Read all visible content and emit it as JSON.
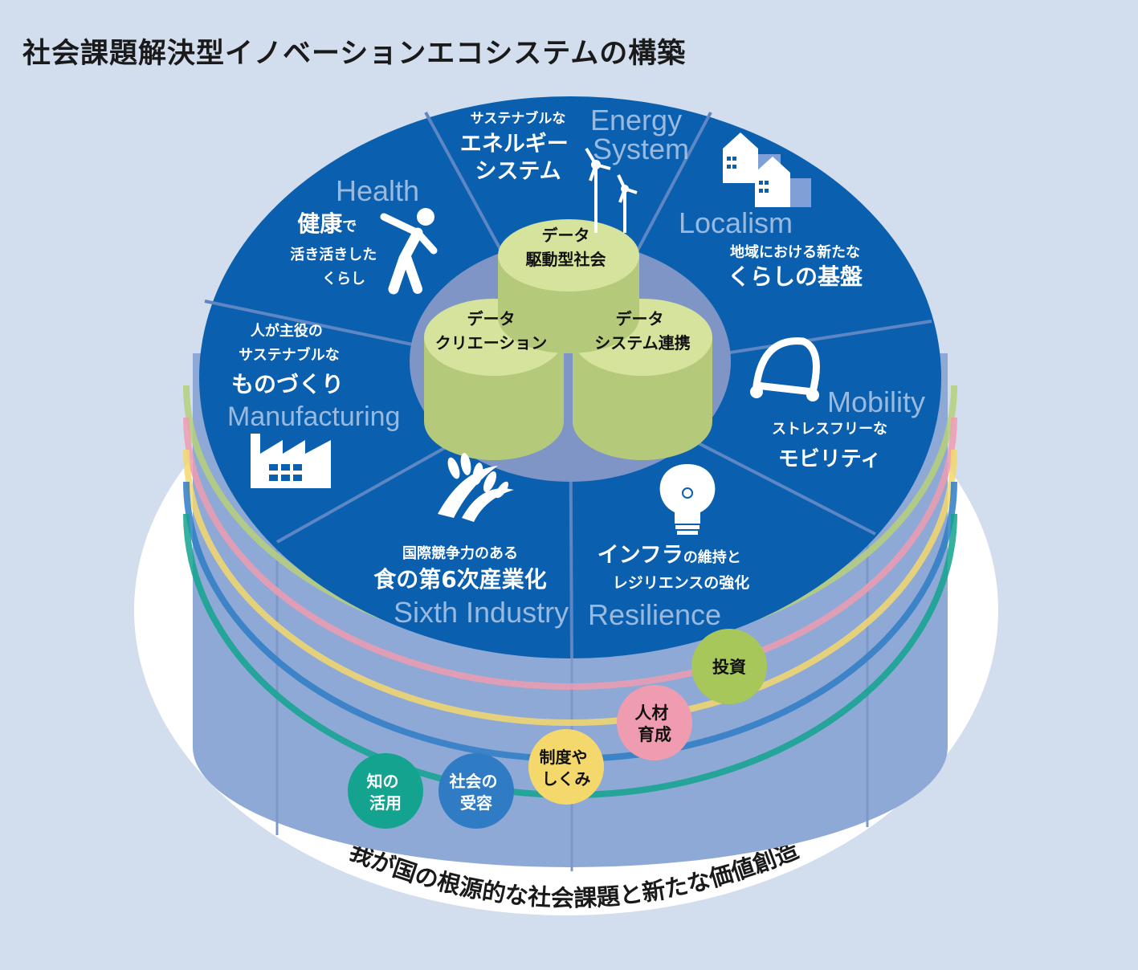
{
  "title": "社会課題解決型イノベーションエコシステムの構築",
  "base_text": "我が国の根源的な社会課題と新たな価値創造",
  "core": {
    "top": [
      "データ",
      "駆動型社会"
    ],
    "left": [
      "データ",
      "クリエーション"
    ],
    "right": [
      "データ",
      "システム連携"
    ]
  },
  "segments": {
    "energy": {
      "english": [
        "Energy",
        "System"
      ],
      "jp_small": "サステナブルな",
      "jp_big": [
        "エネルギー",
        "システム"
      ],
      "icon": "wind-turbine-icon"
    },
    "localism": {
      "english": "Localism",
      "jp_small": "地域における新たな",
      "jp_big": "くらしの基盤",
      "icon": "houses-icon"
    },
    "mobility": {
      "english": "Mobility",
      "jp_small": "ストレスフリーな",
      "jp_big": "モビリティ",
      "icon": "vehicle-icon"
    },
    "resilience": {
      "english": "Resilience",
      "jp_big": "インフラ",
      "jp_suffix": "の維持と",
      "jp_line2": "レジリエンスの強化",
      "icon": "light-bulb-icon"
    },
    "sixth": {
      "english": "Sixth Industry",
      "jp_small": "国際競争力のある",
      "jp_big": "食の第6次産業化",
      "icon": "rice-plant-icon"
    },
    "manufacturing": {
      "english": "Manufacturing",
      "jp_small": [
        "人が主役の",
        "サステナブルな"
      ],
      "jp_big": "ものづくり",
      "icon": "factory-icon"
    },
    "health": {
      "english": "Health",
      "jp_big": "健康",
      "jp_suffix": "で",
      "jp_small": [
        "活き活きした",
        "くらし"
      ],
      "icon": "stretching-person-icon"
    }
  },
  "circles": {
    "investment": {
      "label": [
        "投資"
      ],
      "color": "#a7c75a"
    },
    "human": {
      "label": [
        "人材",
        "育成"
      ],
      "color": "#ef9cb0"
    },
    "system": {
      "label": [
        "制度や",
        "しくみ"
      ],
      "color": "#f5d86c"
    },
    "acceptance": {
      "label": [
        "社会の",
        "受容"
      ],
      "color": "#2f7cc5"
    },
    "knowledge": {
      "label": [
        "知の",
        "活用"
      ],
      "color": "#13a38f"
    }
  },
  "colors": {
    "background": "#d2ddee",
    "disc": "#0a5fae",
    "cylinder_side": "#8fa9d6",
    "core": "#c9d78c"
  }
}
